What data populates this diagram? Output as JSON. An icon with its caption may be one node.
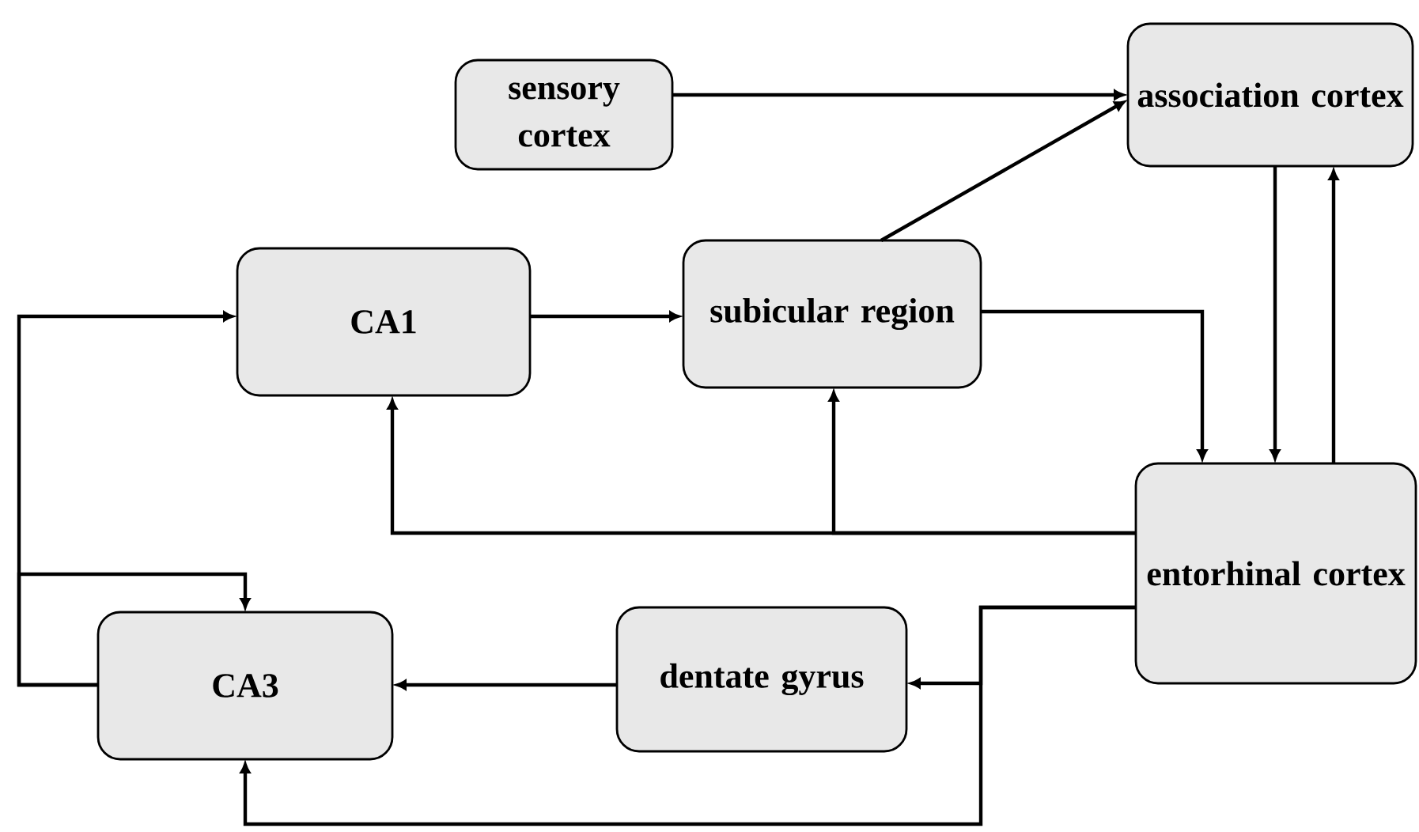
{
  "diagram": {
    "nodes": [
      {
        "text": [
          "sensory cortex"
        ]
      },
      {
        "text": [
          "association cortex"
        ]
      },
      {
        "text": [
          "CA1"
        ]
      },
      {
        "text": [
          "subicular region"
        ]
      },
      {
        "text": [
          "entorhinal cortex"
        ]
      },
      {
        "text": [
          "CA3"
        ]
      },
      {
        "text": [
          "dentate gyrus"
        ]
      }
    ],
    "edges": [
      {
        "from": 0,
        "to": 1,
        "arrow": "to"
      },
      {
        "from": 3,
        "to": 1,
        "arrow": "to"
      },
      {
        "from": 2,
        "to": 3,
        "arrow": "to"
      },
      {
        "from": 3,
        "to": 4,
        "arrow": "to"
      },
      {
        "from": 1,
        "to": 4,
        "arrow": "to"
      },
      {
        "from": 4,
        "to": 1,
        "arrow": "to"
      },
      {
        "from": 4,
        "to": 2,
        "arrow": "to"
      },
      {
        "from": 4,
        "to": 3,
        "arrow": "to"
      },
      {
        "from": 4,
        "to": 6,
        "arrow": "to"
      },
      {
        "from": 4,
        "to": 5,
        "arrow": "to"
      },
      {
        "from": 6,
        "to": 5,
        "arrow": "to"
      },
      {
        "from": 5,
        "to": 2,
        "arrow": "to"
      },
      {
        "from": 5,
        "to": 5,
        "arrow": "to"
      }
    ]
  }
}
